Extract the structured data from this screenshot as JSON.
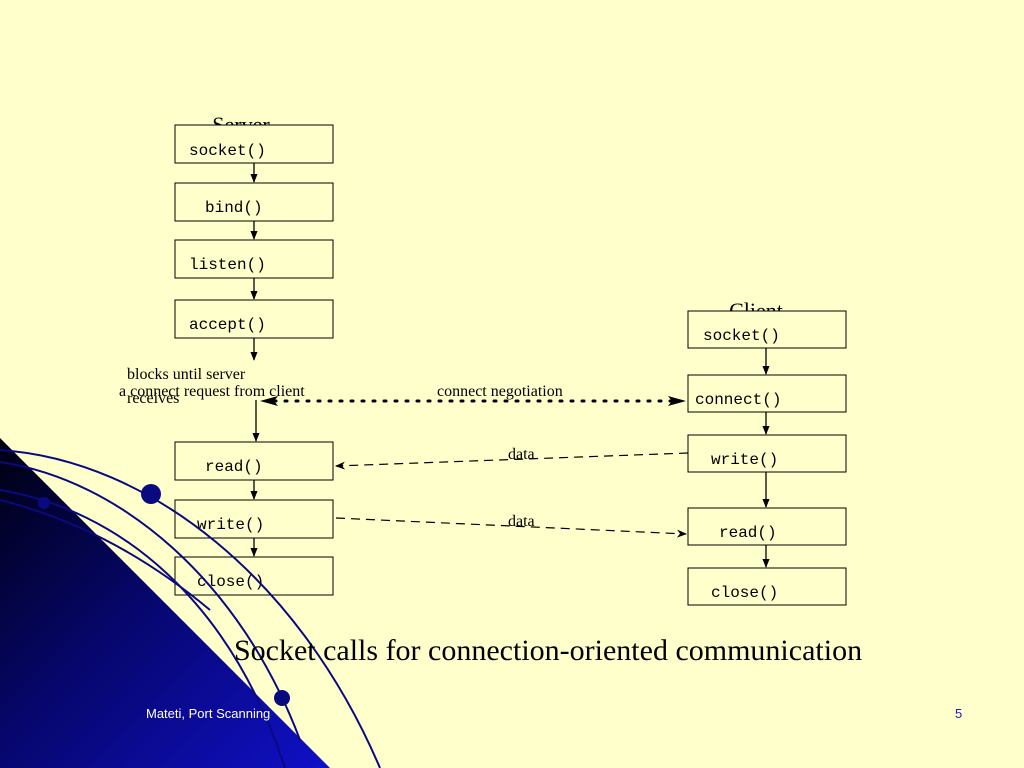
{
  "server": {
    "title": "Server",
    "steps": [
      "socket()",
      "bind()",
      "listen()",
      "accept()",
      "read()",
      "write()",
      "close()"
    ],
    "block_note": [
      "blocks until server",
      "receives",
      "a connect request from client"
    ]
  },
  "client": {
    "title": "Client",
    "steps": [
      "socket()",
      "connect()",
      "write()",
      "read()",
      "close()"
    ]
  },
  "links": {
    "negotiation": "connect negotiation",
    "data_to_server": "data",
    "data_to_client": "data"
  },
  "caption": "Socket calls for connection-oriented communication",
  "footer": {
    "author": "Mateti, Port Scanning",
    "page": "5"
  },
  "colors": {
    "background": "#FFFFCC",
    "corner_dark": "#0A0A80"
  }
}
